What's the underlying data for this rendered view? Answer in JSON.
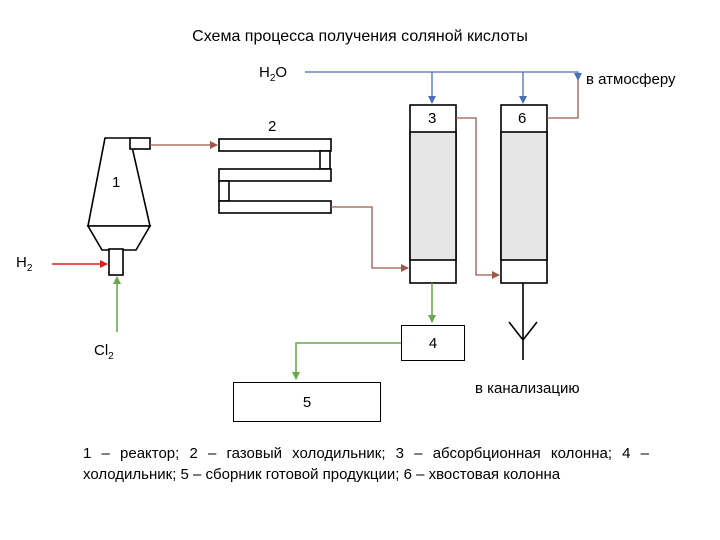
{
  "title": "Схема процесса получения соляной кислоты",
  "labels": {
    "water": {
      "main": "H",
      "sub": "2",
      "tail": "O"
    },
    "hydrogen": {
      "main": "H",
      "sub": "2"
    },
    "chlorine": {
      "main": "Cl",
      "sub": "2"
    },
    "to_atmosphere": "в атмосферу",
    "to_sewer": "в канализацию"
  },
  "units": {
    "reactor": "1",
    "gas_cooler": "2",
    "absorption_column": "3",
    "cooler": "4",
    "product_collector": "5",
    "tail_column": "6"
  },
  "legend": "1 – реактор; 2 – газовый холодильник; 3 – абсорбционная колонна; 4 – холодильник; 5 – сборник готовой продукции; 6 – хвостовая колонна",
  "colors": {
    "water_line": "#4a6fb5",
    "gas_line": "#9a5b4e",
    "liquid_line": "#6aa84f",
    "hydrogen_line": "#e02020",
    "column_fill": "#e6e6e6"
  }
}
